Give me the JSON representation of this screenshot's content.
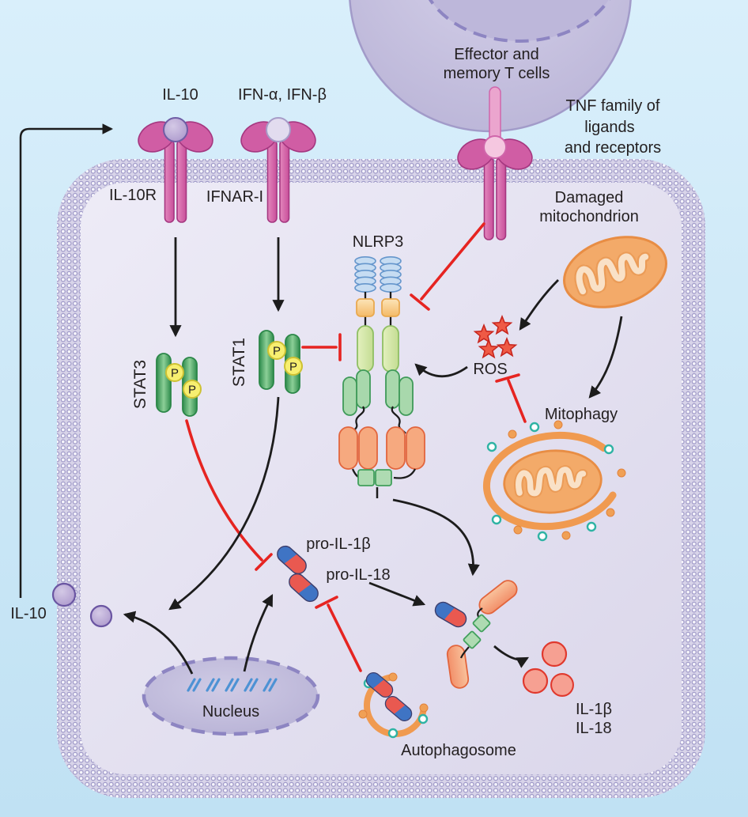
{
  "figure_type": "cell-signaling-pathway-diagram",
  "labels": {
    "il10_ligand": "IL-10",
    "ifn_ligands": "IFN-α, IFN-β",
    "il10_receptor": "IL-10R",
    "ifnar_receptor": "IFNAR-I",
    "t_cell_line1": "Effector and",
    "t_cell_line2": "memory T cells",
    "tnf_line1": "TNF family of",
    "tnf_line2": "ligands",
    "tnf_line3": "and receptors",
    "damaged_mito_line1": "Damaged",
    "damaged_mito_line2": "mitochondrion",
    "nlrp3": "NLRP3",
    "stat3": "STAT3",
    "stat1": "STAT1",
    "phospho": "P",
    "ros": "ROS",
    "mitophagy": "Mitophagy",
    "pro_il1b": "pro-IL-1β",
    "pro_il18": "pro-IL-18",
    "nucleus": "Nucleus",
    "autophagosome": "Autophagosome",
    "il1b": "IL-1β",
    "il18": "IL-18",
    "il10_secreted": "IL-10"
  },
  "colors": {
    "background_blue": "#cde8f6",
    "cell_interior": "#e6e3f1",
    "membrane_lipid": "#9b95c6",
    "t_cell_fill": "#c9c4e2",
    "receptor_pink": "#d05da4",
    "inhibition_red": "#e62421",
    "arrow_black": "#1c1c1c",
    "stat_green": "#4aa861",
    "phospho_yellow": "#f7ef70",
    "nlrp3_lrr_blue": "#c6dcf2",
    "nlrp3_orange": "#f6a97f",
    "nlrp3_green": "#a8d8ac",
    "mitochondrion_orange": "#f3aa69",
    "ros_star_red": "#ef5a45",
    "pill_blue": "#3f74c4",
    "pill_red": "#e95950",
    "il_red_circle": "#f6a092",
    "il10_purple": "#a995cc"
  },
  "interactions": [
    {
      "from": "IL-10",
      "to": "IL-10R",
      "type": "activation"
    },
    {
      "from": "IL-10R",
      "to": "STAT3",
      "type": "activation"
    },
    {
      "from": "IFNAR-I",
      "to": "STAT1",
      "type": "activation"
    },
    {
      "from": "TNF family receptor",
      "to": "NLRP3",
      "type": "inhibition"
    },
    {
      "from": "STAT1",
      "to": "NLRP3",
      "type": "inhibition"
    },
    {
      "from": "STAT3",
      "to": "pro-IL-1β / pro-IL-18",
      "type": "inhibition"
    },
    {
      "from": "STAT1",
      "to": "IL-10 secretion",
      "type": "activation"
    },
    {
      "from": "Damaged mitochondrion",
      "to": "ROS",
      "type": "activation"
    },
    {
      "from": "Damaged mitochondrion",
      "to": "Mitophagy",
      "type": "activation"
    },
    {
      "from": "ROS",
      "to": "NLRP3",
      "type": "activation"
    },
    {
      "from": "Mitophagy",
      "to": "ROS",
      "type": "inhibition"
    },
    {
      "from": "Nucleus",
      "to": "pro-IL-1β, pro-IL-18",
      "type": "activation"
    },
    {
      "from": "Nucleus",
      "to": "IL-10",
      "type": "activation"
    },
    {
      "from": "NLRP3",
      "to": "inflammasome assembly",
      "type": "activation"
    },
    {
      "from": "Autophagosome",
      "to": "pro-IL-1β / pro-IL-18",
      "type": "inhibition"
    },
    {
      "from": "Inflammasome",
      "to": "IL-1β, IL-18",
      "type": "activation"
    }
  ]
}
